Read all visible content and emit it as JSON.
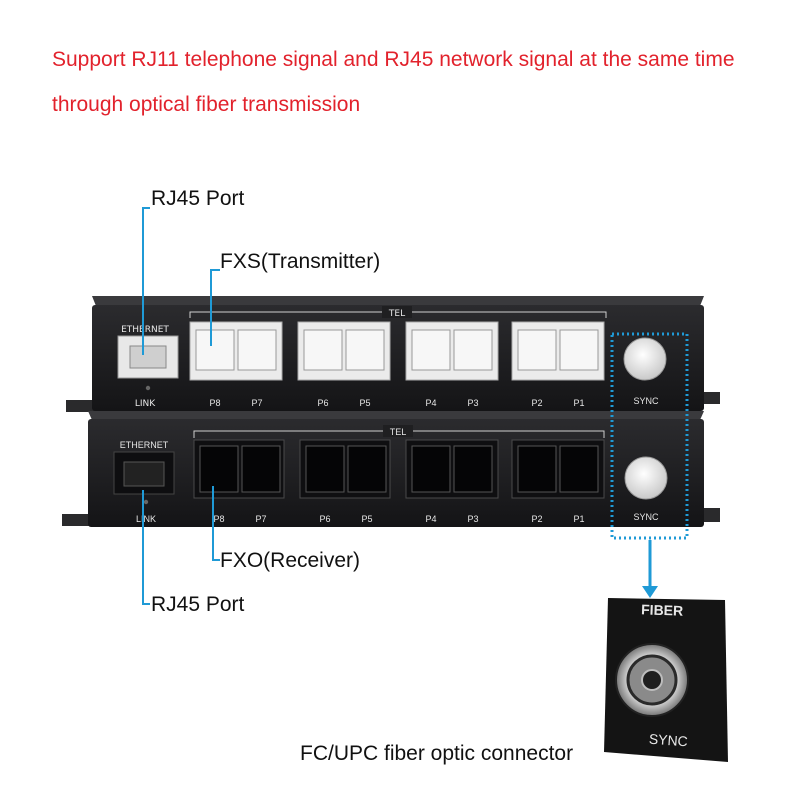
{
  "headline": "Support RJ11 telephone signal and RJ45 network signal at the same time through optical fiber transmission",
  "callouts": {
    "rj45_top": "RJ45 Port",
    "fxs": "FXS(Transmitter)",
    "fxo": "FXO(Receiver)",
    "rj45_bottom": "RJ45 Port",
    "fiber_connector": "FC/UPC fiber optic connector"
  },
  "device": {
    "ethernet_label": "ETHERNET",
    "link_label": "LINK",
    "tel_label": "TEL",
    "sync_label": "SYNC",
    "ports": [
      "P8",
      "P7",
      "P6",
      "P5",
      "P4",
      "P3",
      "P2",
      "P1"
    ]
  },
  "closeup": {
    "top_label": "FIBER",
    "bottom_label": "SYNC"
  },
  "colors": {
    "headline": "#e2222c",
    "callout_line": "#1f9ad6",
    "device_body": "#1c1c1e",
    "device_print": "#e6e6e6"
  }
}
